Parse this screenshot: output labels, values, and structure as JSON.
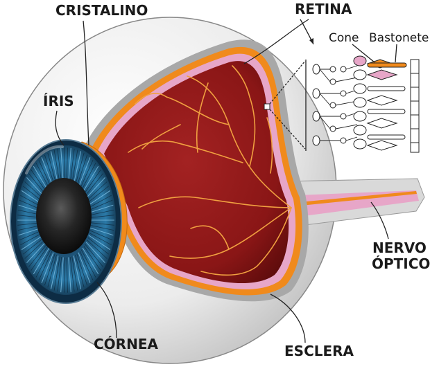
{
  "labels": {
    "cristalino": "CRISTALINO",
    "retina": "RETINA",
    "iris": "ÍRIS",
    "cornea": "CÓRNEA",
    "esclera": "ESCLERA",
    "nervo_line1": "NERVO",
    "nervo_line2": "ÓPTICO",
    "cone": "Cone",
    "bastonete": "Bastonete"
  },
  "colors": {
    "sclera": "#ebebeb",
    "sclera_shadow": "#bdbdbd",
    "choroid_orange": "#f08a1c",
    "retina_pink": "#e7a6c8",
    "vitreous": "#8e1a1a",
    "vessels": "#f0a040",
    "iris_blue": "#1f5f86",
    "pupil": "#1a1a1a"
  }
}
